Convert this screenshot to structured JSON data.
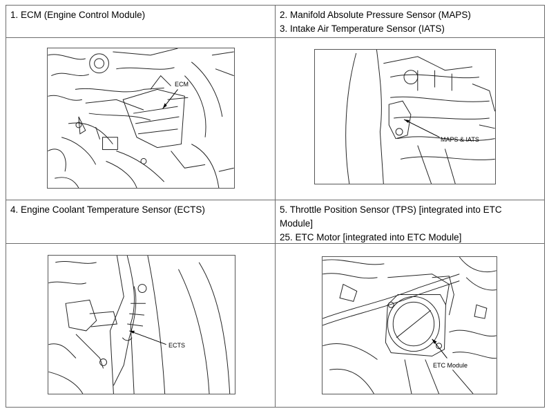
{
  "cells": {
    "ecm_title": "1. ECM (Engine Control Module)",
    "maps_title_1": "2. Manifold Absolute Pressure Sensor (MAPS)",
    "maps_title_2": "3. Intake Air Temperature Sensor (IATS)",
    "ects_title": "4. Engine Coolant Temperature Sensor (ECTS)",
    "tps_title_1": "5. Throttle Position Sensor (TPS) [integrated into ETC",
    "tps_title_2": "Module]",
    "tps_title_3": "25. ETC Motor [integrated into ETC Module]"
  },
  "callouts": {
    "ecm": "ECM",
    "maps": "MAPS & IATS",
    "ects": "ECTS",
    "etc": "ETC Module"
  }
}
